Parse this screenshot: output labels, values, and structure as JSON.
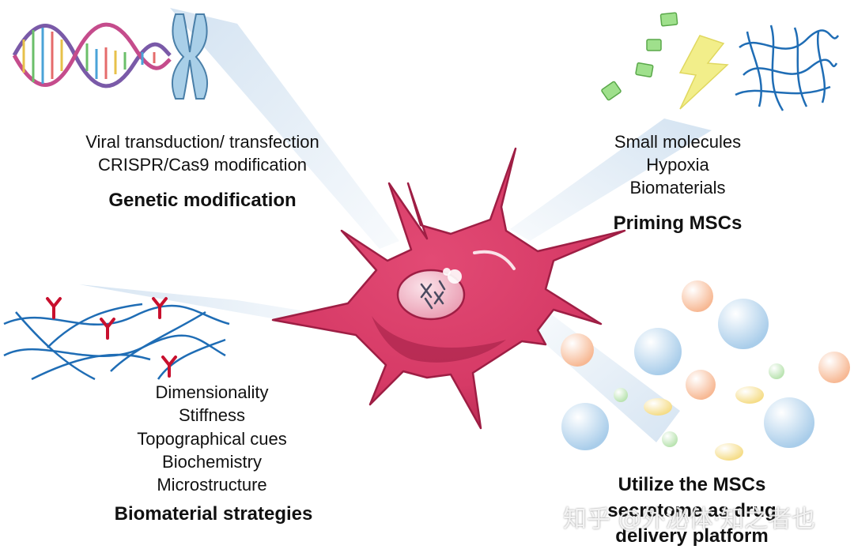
{
  "sections": {
    "genetic": {
      "items": [
        "Viral transduction/ transfection",
        "CRISPR/Cas9  modification"
      ],
      "title": "Genetic modification"
    },
    "priming": {
      "items": [
        "Small molecules",
        "Hypoxia",
        "Biomaterials"
      ],
      "title": "Priming MSCs"
    },
    "biomaterial": {
      "items": [
        "Dimensionality",
        "Stiffness",
        "Topographical cues",
        "Biochemistry",
        "Microstructure"
      ],
      "title": "Biomaterial strategies"
    },
    "delivery": {
      "title_lines": [
        "Utilize the MSCs",
        "secretome as drug",
        "delivery platform"
      ]
    }
  },
  "watermark": "知乎 @外泌体·知之者也",
  "icons": {
    "dna": "dna-helix-icon",
    "chromosome": "chromosome-icon",
    "molecules": "small-molecule-icon",
    "hypoxia": "lightning-icon",
    "fibers": "fiber-network-icon",
    "receptor": "receptor-y-icon",
    "vesicles": "vesicle-icon",
    "cell": "msc-cell-icon"
  },
  "colors": {
    "cell_fill": "#d63a66",
    "cell_dark": "#9e1e44",
    "nucleus": "#f3b6c6",
    "fiber": "#1f6db5",
    "receptor": "#c8102e",
    "chromosome": "#a9cfe8",
    "molecule": "#9fe08c",
    "lightning": "#f2ee8a",
    "beam": "#cfe0f0"
  }
}
